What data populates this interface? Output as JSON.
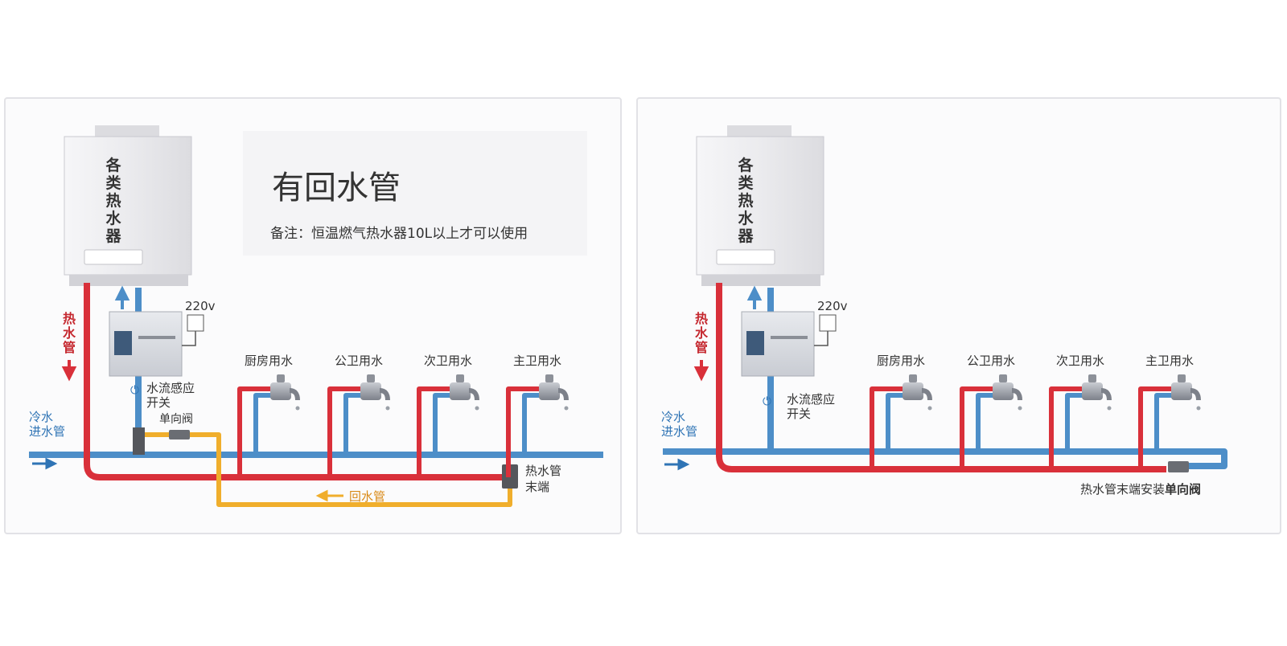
{
  "colors": {
    "hot_pipe": "#d9303a",
    "cold_pipe": "#4d8ec8",
    "return_pipe": "#f0ae2c",
    "panel_bg": "#fbfbfc",
    "panel_border": "#e2e2e6",
    "heater_body": "#ececef",
    "text_dark": "#333333",
    "hot_label": "#c5282f",
    "return_label": "#d98a16",
    "cold_label": "#2f74b5"
  },
  "heater_label": [
    "各",
    "类",
    "热",
    "水",
    "器"
  ],
  "hot_pipe_label": [
    "热",
    "水",
    "管"
  ],
  "power_label": "220v",
  "sensor_switch_label": "水流感应开关",
  "cold_inlet_label": "冷水进水管",
  "taps": [
    "厨房用水",
    "公卫用水",
    "次卫用水",
    "主卫用水"
  ],
  "left_panel": {
    "title": "有回水管",
    "note": "备注：恒温燃气热水器10L以上才可以使用",
    "check_valve_label": "单向阀",
    "hot_end_label": "热水管末端",
    "return_pipe_label": "回水管"
  },
  "right_panel": {
    "bottom_note_prefix": "热水管末端安装",
    "bottom_note_bold": "单向阀"
  }
}
